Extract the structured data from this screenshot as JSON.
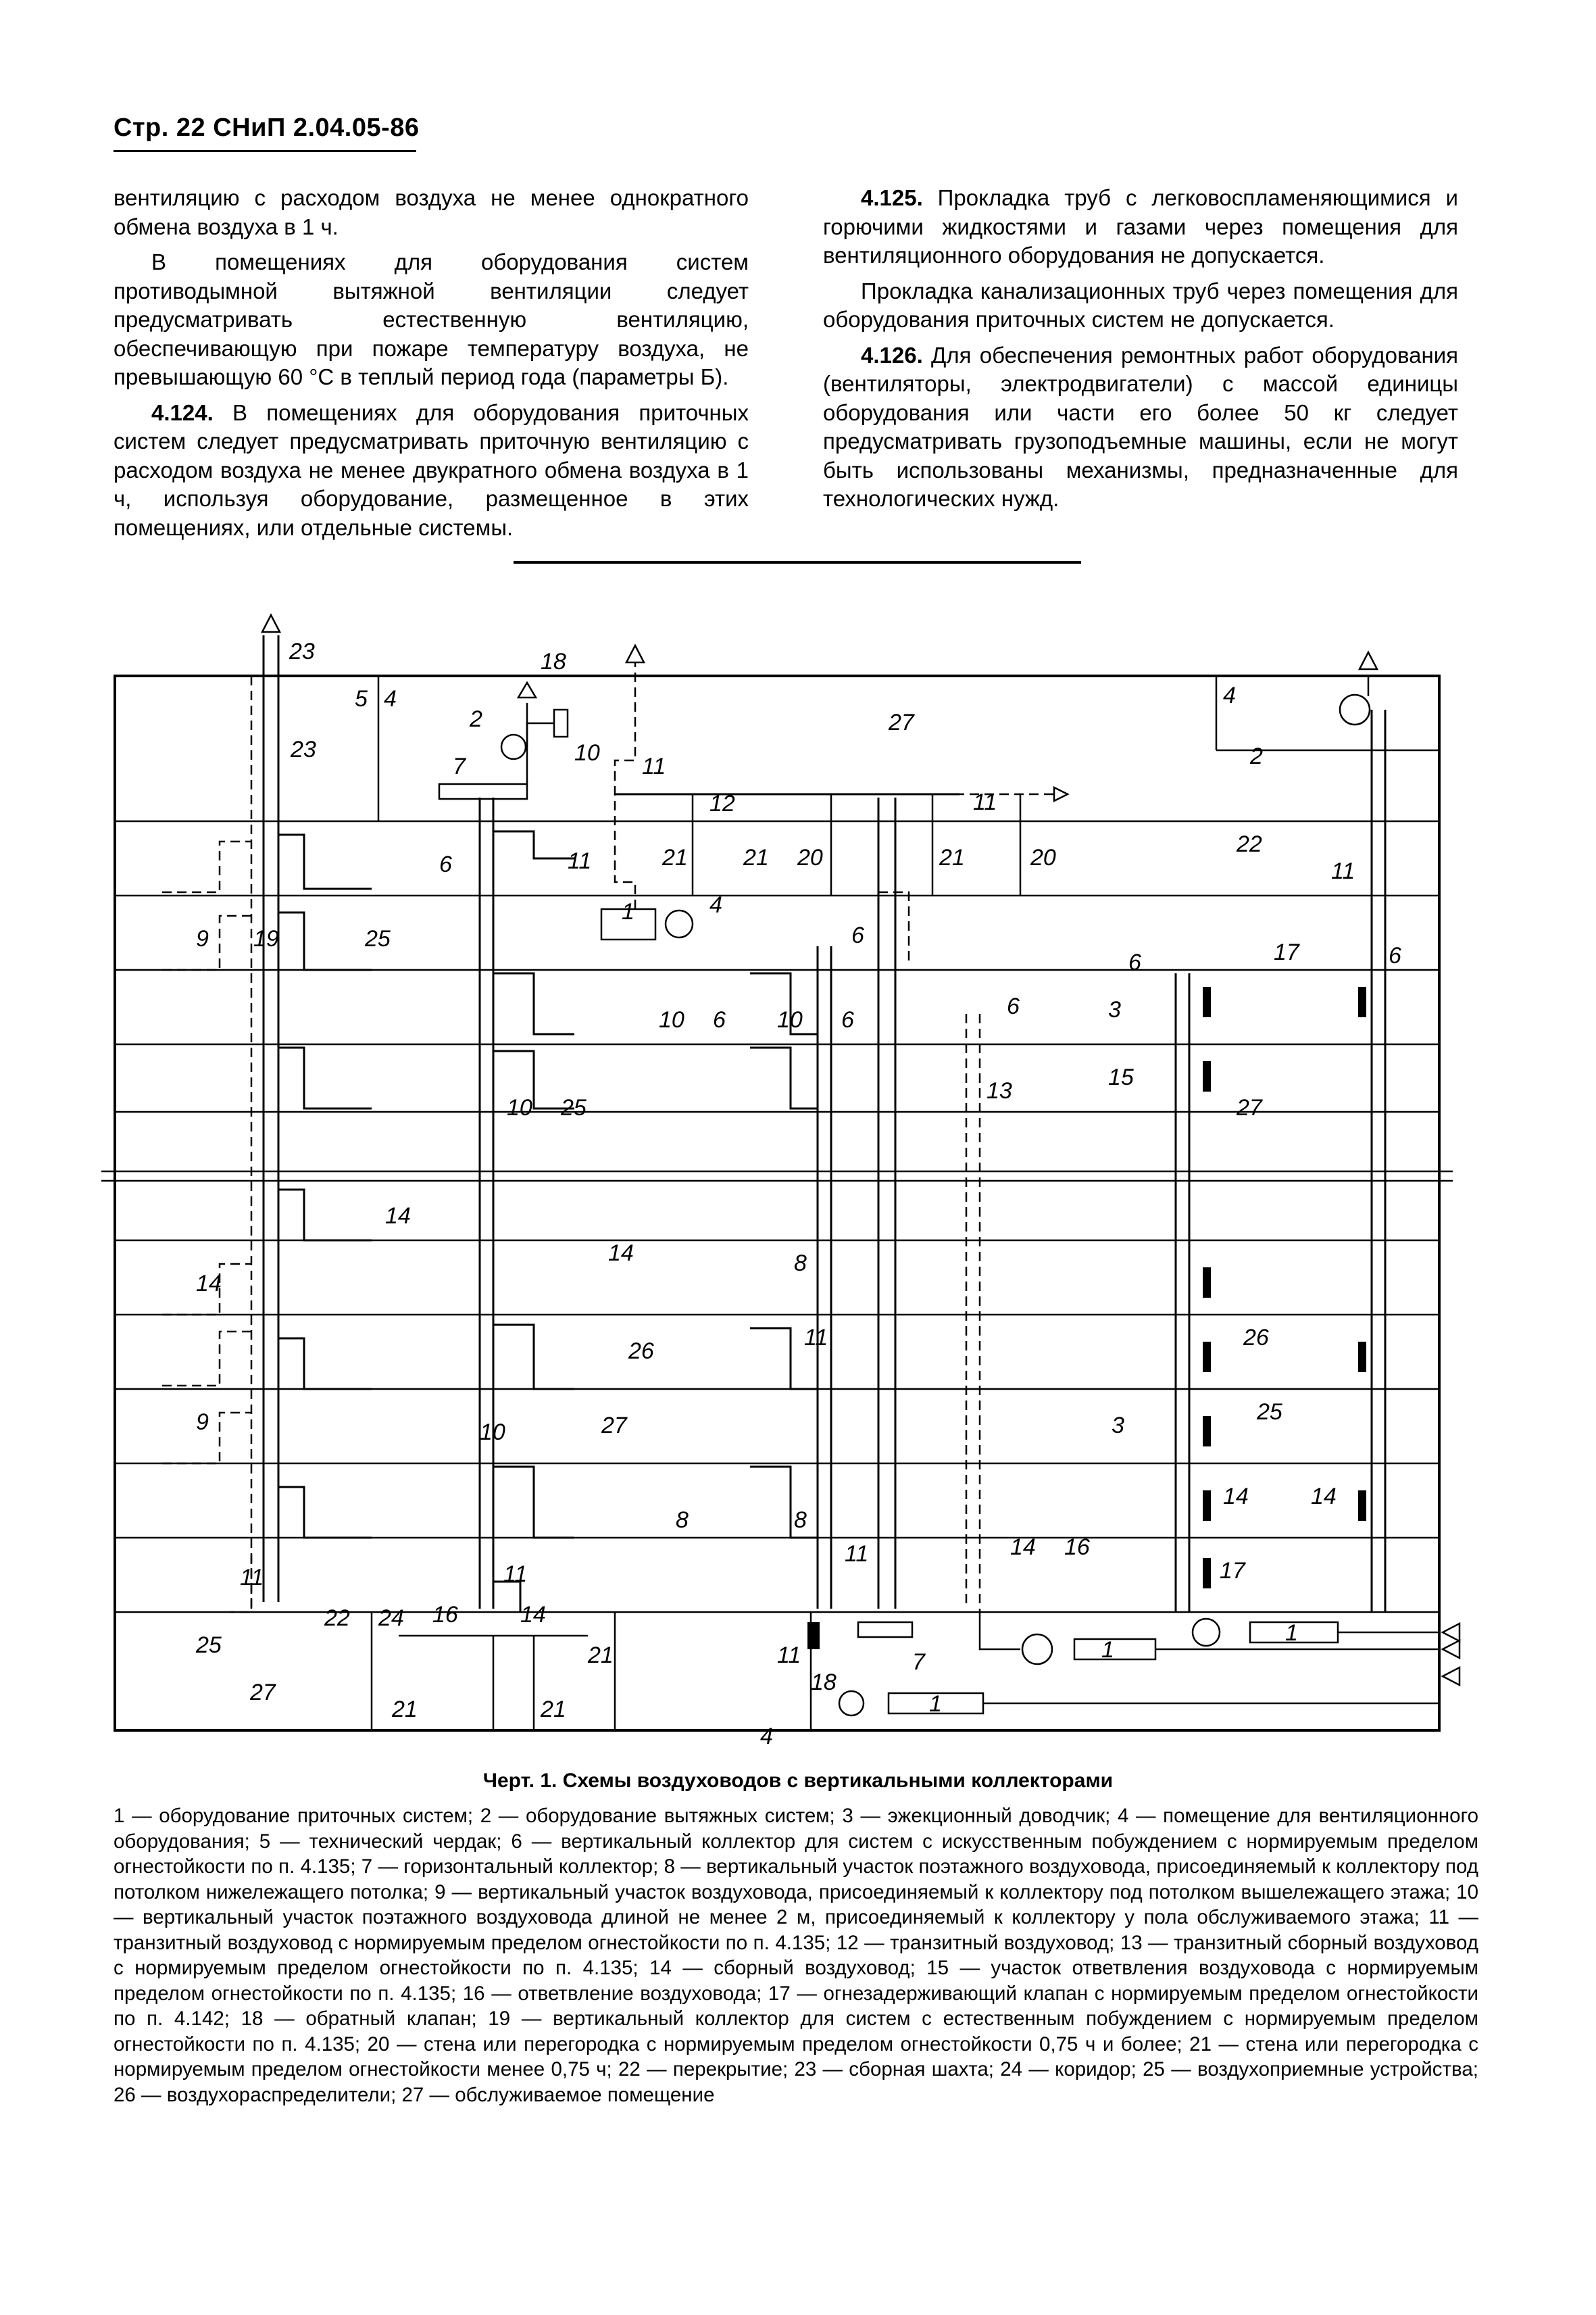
{
  "header": {
    "title": "Стр. 22 СНиП 2.04.05-86"
  },
  "left_column": {
    "p1": "вентиляцию с расходом воздуха не менее однократного обмена воздуха в 1 ч.",
    "p2": "В помещениях для оборудования систем противодымной вытяжной вентиляции следует предусматривать естественную вентиляцию, обеспечивающую при пожаре температуру воздуха, не превышающую 60 °С в теплый период года (параметры Б).",
    "p3_num": "4.124.",
    "p3": "В помещениях для оборудования приточных систем следует предусматривать приточную вентиляцию с расходом воздуха не менее двукратного обмена воздуха в 1 ч, используя оборудование, размещенное в этих помещениях, или отдельные системы."
  },
  "right_column": {
    "p1_num": "4.125.",
    "p1": "Прокладка труб с легковоспламеняющимися и горючими жидкостями и газами через помещения для вентиляционного оборудования не допускается.",
    "p2": "Прокладка канализационных труб через помещения для оборудования приточных систем не допускается.",
    "p3_num": "4.126.",
    "p3": "Для обеспечения ремонтных работ оборудования (вентиляторы, электродвигатели) с массой единицы оборудования или части его более 50 кг следует предусматривать грузоподъемные машины, если не могут быть использованы механизмы, предназначенные для технологических нужд."
  },
  "figure": {
    "caption": "Черт. 1. Схемы воздуховодов с вертикальными коллекторами",
    "labels": {
      "n1": "1",
      "n2": "2",
      "n3": "3",
      "n4": "4",
      "n5": "5",
      "n6": "6",
      "n7": "7",
      "n8": "8",
      "n9": "9",
      "n10": "10",
      "n11": "11",
      "n12": "12",
      "n13": "13",
      "n14": "14",
      "n15": "15",
      "n16": "16",
      "n17": "17",
      "n18": "18",
      "n19": "19",
      "n20": "20",
      "n21": "21",
      "n22": "22",
      "n23": "23",
      "n24": "24",
      "n25": "25",
      "n26": "26",
      "n27": "27"
    }
  },
  "legend": {
    "text": "1 — оборудование приточных систем; 2 — оборудование вытяжных систем; 3 — эжекционный доводчик; 4 — помещение для вентиляционного оборудования; 5 — технический чердак; 6 — вертикальный коллектор для систем с искусственным побуждением с нормируемым пределом огнестойкости по п. 4.135; 7 — горизонтальный коллектор; 8 — вертикальный участок поэтажного воздуховода, присоединяемый к коллектору под потолком нижележащего потолка; 9 — вертикальный участок воздуховода, присоединяемый к коллектору под потолком вышележащего этажа; 10 — вертикальный участок поэтажного воздуховода длиной не менее 2 м, присоединяемый к коллектору у пола обслуживаемого этажа; 11 — транзитный воздуховод с нормируемым пределом огнестойкости по п. 4.135; 12 — транзитный воздуховод; 13 — транзитный сборный воздуховод с нормируемым пределом огнестойкости по п. 4.135; 14 — сборный воздуховод; 15 — участок ответвления воздуховода с нормируемым пределом огнестойкости по п. 4.135; 16 — ответвление воздуховода; 17 — огнезадерживающий клапан с нормируемым пределом огнестойкости по п. 4.142; 18 — обратный клапан; 19 — вертикальный коллектор для систем с естественным побуждением с нормируемым пределом огнестойкости по п. 4.135; 20 — стена или перегородка с нормируемым пределом огнестойкости 0,75 ч и более; 21 — стена или перегородка с нормируемым пределом огнестойкости менее 0,75 ч; 22 — перекрытие; 23 — сборная шахта; 24 — коридор; 25 — воздухоприемные устройства; 26 — воздухораспределители; 27 — обслуживаемое помещение"
  }
}
